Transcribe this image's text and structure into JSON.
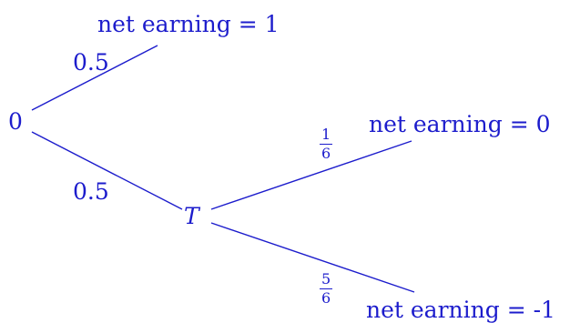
{
  "colors": {
    "ink": "#1c1ccc"
  },
  "tree": {
    "root_label": "0",
    "middle_label": "T",
    "outcome_top": "net earning = 1",
    "outcome_mid": "net earning = 0",
    "outcome_bottom": "net earning = -1",
    "prob_root_up": "0.5",
    "prob_root_down": "0.5",
    "prob_t_up": {
      "numerator": "1",
      "denominator": "6"
    },
    "prob_t_down": {
      "numerator": "5",
      "denominator": "6"
    }
  }
}
